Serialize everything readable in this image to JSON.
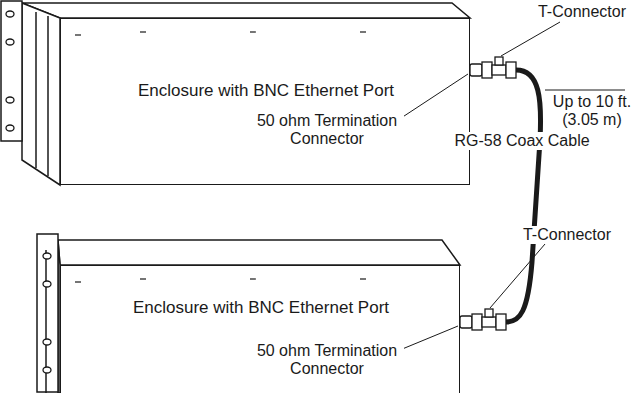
{
  "diagram": {
    "nodes": [
      {
        "text": [
          "Enclosure with BNC Ethernet Port"
        ]
      },
      {
        "text": [
          "Enclosure with BNC Ethernet Port"
        ]
      }
    ],
    "edges": [
      {
        "from": 0,
        "to": 1,
        "arrow": "none"
      }
    ],
    "labels": [
      "T-Connector",
      "50 ohm Termination Connector",
      "Up to 10 ft. (3.05 m)",
      "RG-58 Coax Cable",
      "T-Connector",
      "50 ohm Termination Connector"
    ]
  }
}
